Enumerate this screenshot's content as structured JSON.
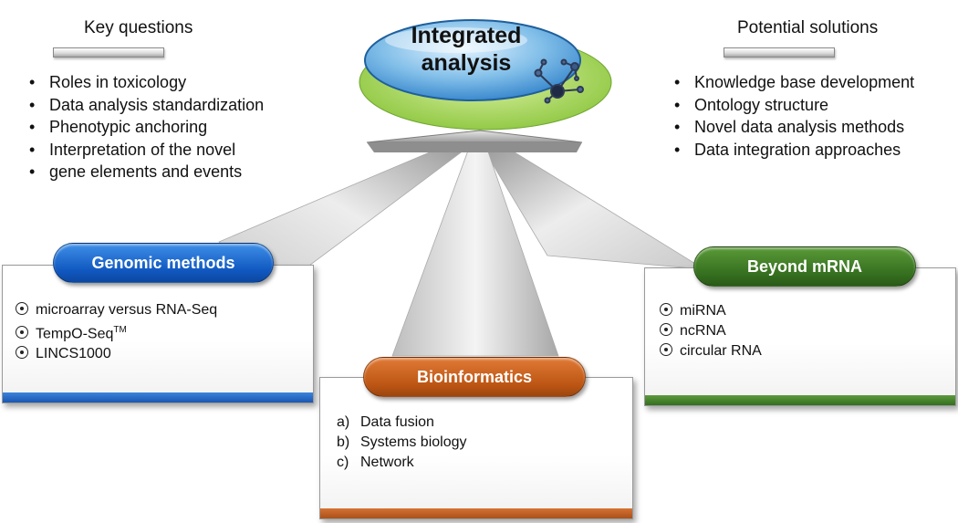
{
  "center": {
    "title_line1": "Integrated",
    "title_line2": "analysis"
  },
  "key_questions": {
    "heading": "Key questions",
    "items": [
      "Roles in toxicology",
      "Data analysis standardization",
      "Phenotypic anchoring",
      "Interpretation of the novel"
    ],
    "item4_continuation": "gene elements and events"
  },
  "potential_solutions": {
    "heading": "Potential solutions",
    "items": [
      "Knowledge base development",
      "Ontology structure",
      "Novel data analysis methods",
      "Data integration approaches"
    ]
  },
  "genomic_methods": {
    "label": "Genomic methods",
    "items": [
      "microarray versus RNA-Seq",
      "TempO-Seq",
      "LINCS1000"
    ],
    "tempo_superscript": "TM",
    "color": "#1a5fc4"
  },
  "bioinformatics": {
    "label": "Bioinformatics",
    "items": [
      {
        "letter": "a)",
        "text": "Data fusion"
      },
      {
        "letter": "b)",
        "text": "Systems biology"
      },
      {
        "letter": "c)",
        "text": "Network"
      }
    ],
    "color": "#c55a16"
  },
  "beyond_mrna": {
    "label": "Beyond mRNA",
    "items": [
      "miRNA",
      "ncRNA",
      "circular RNA"
    ],
    "color": "#3f7a26"
  }
}
